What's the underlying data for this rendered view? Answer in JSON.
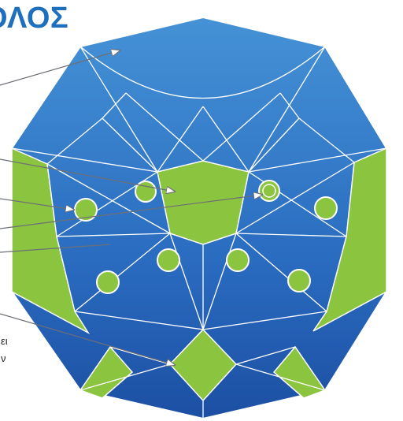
{
  "title": "ΟΛΟΣ",
  "captions": [
    "ει",
    "ν"
  ],
  "colors": {
    "title": "#1f6fbf",
    "blue_light": "#3f8fd4",
    "blue_dark": "#1d53a8",
    "green": "#89c23f",
    "lines": "#ffffff",
    "arrows": "#6d6f76"
  },
  "icons": {
    "callout_arrows": "arrow-right-icon",
    "dots": "circle-dot-icon"
  }
}
